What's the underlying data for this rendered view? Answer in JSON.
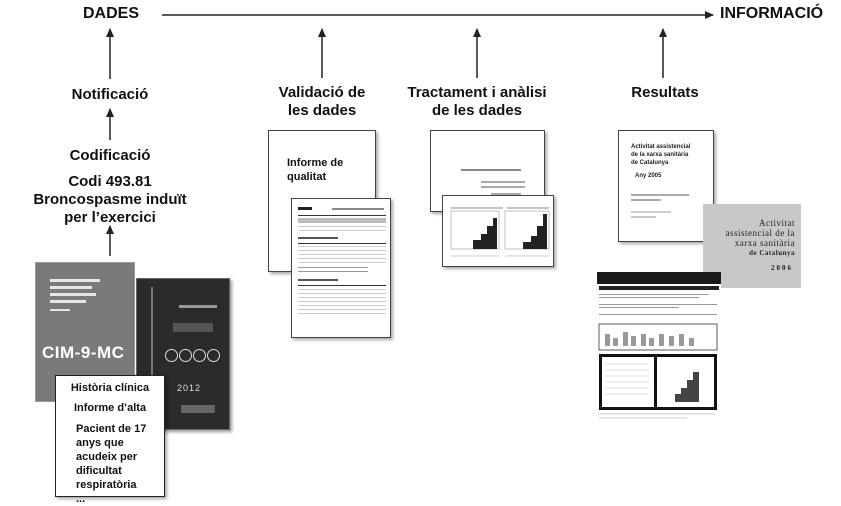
{
  "flow": {
    "start": "DADES",
    "end": "INFORMACIÓ"
  },
  "steps": {
    "notificacio": "Notificació",
    "validacio_line1": "Validació de",
    "validacio_line2": "les dades",
    "tractament_line1": "Tractament i anàlisi",
    "tractament_line2": "de les dades",
    "resultats": "Resultats"
  },
  "codificacio": {
    "title": "Codificació",
    "code": "Codi 493.81",
    "desc_line1": "Broncospasme induït",
    "desc_line2": "per l’exercici"
  },
  "clinical_doc": {
    "history": "Història clínica",
    "discharge": "Informe d’alta",
    "case_lines": [
      "Pacient de 17",
      "anys que",
      "acudeix per",
      "dificultat",
      "respiratòria",
      "..."
    ]
  },
  "book_cim": {
    "title": "CIM-9-MC",
    "year": "2012"
  },
  "quality_report": {
    "title_line1": "Informe de",
    "title_line2": "qualitat"
  },
  "activity_report": {
    "title_line1": "Activitat assistencial",
    "title_line2": "de la xarxa sanitària",
    "title_line3": "de Catalunya",
    "year": "Any 2005"
  },
  "activity_cover": {
    "line1": "Activitat",
    "line2": "assistencial de la",
    "line3": "xarxa sanitària",
    "line4": "de Catalunya",
    "year": "2006"
  }
}
